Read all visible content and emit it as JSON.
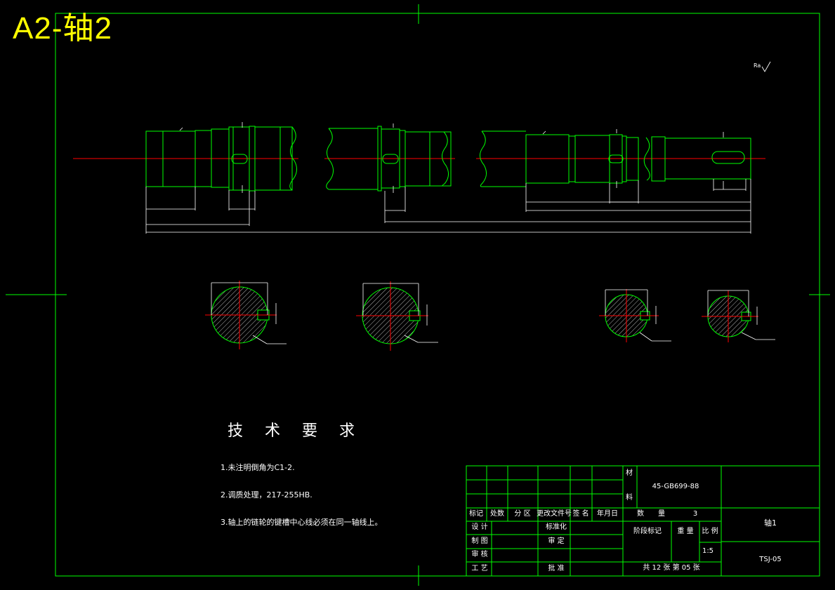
{
  "sheet_title": "A2-轴2",
  "technical_requirements": {
    "heading": "技 术 要 求",
    "notes": [
      "1.未注明倒角为C1-2.",
      "2.调质处理，217-255HB.",
      "3.轴上的链轮的键槽中心线必须在同一轴线上。"
    ]
  },
  "title_block": {
    "material_label_1": "材",
    "material_label_2": "料",
    "material_value": "45-GB699-88",
    "quantity_label": "数　　量",
    "quantity_value": "3",
    "revision_headers": [
      "标记",
      "处数",
      "分 区",
      "更改文件号",
      "签 名",
      "年月日"
    ],
    "role_labels": [
      "设 计",
      "制 图",
      "审 核",
      "工 艺"
    ],
    "approval_labels": [
      "标准化",
      "审 定",
      "批 准"
    ],
    "stage_label": "阶段标记",
    "weight_label": "重 量",
    "scale_label": "比 例",
    "scale_value": "1:5",
    "sheet_count": "共 12 张 第 05 张",
    "part_name": "轴1",
    "drawing_number": "TSJ-05"
  },
  "surface_mark": "Ra",
  "colors": {
    "frame": "#00ff00",
    "outline": "#00ff00",
    "centerline": "#ff0000",
    "dimension": "#ffffff",
    "title": "#ffff00"
  }
}
